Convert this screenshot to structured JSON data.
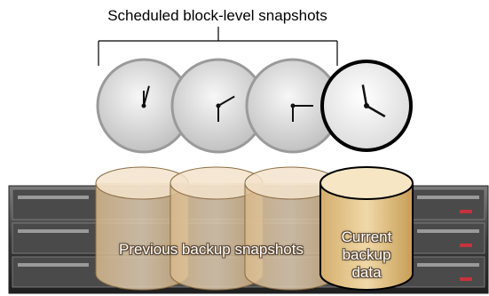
{
  "title": "Scheduled block-level snapshots",
  "labels": {
    "previous": "Previous backup snapshots",
    "current_line1": "Current",
    "current_line2": "backup",
    "current_line3": "data"
  },
  "clocks": [
    {
      "name": "clock-1",
      "state": "previous"
    },
    {
      "name": "clock-2",
      "state": "previous"
    },
    {
      "name": "clock-3",
      "state": "previous"
    },
    {
      "name": "clock-4",
      "state": "current"
    }
  ],
  "colors": {
    "cylinder_previous": "#e8cfa8",
    "cylinder_current": "#e3c388",
    "server_dark": "#2a2a2a",
    "server_mid": "#6b6b6b",
    "clock_face": "#dcdcdc",
    "clock_face_current": "#f4f4f4",
    "accent_led": "#c8323c"
  }
}
